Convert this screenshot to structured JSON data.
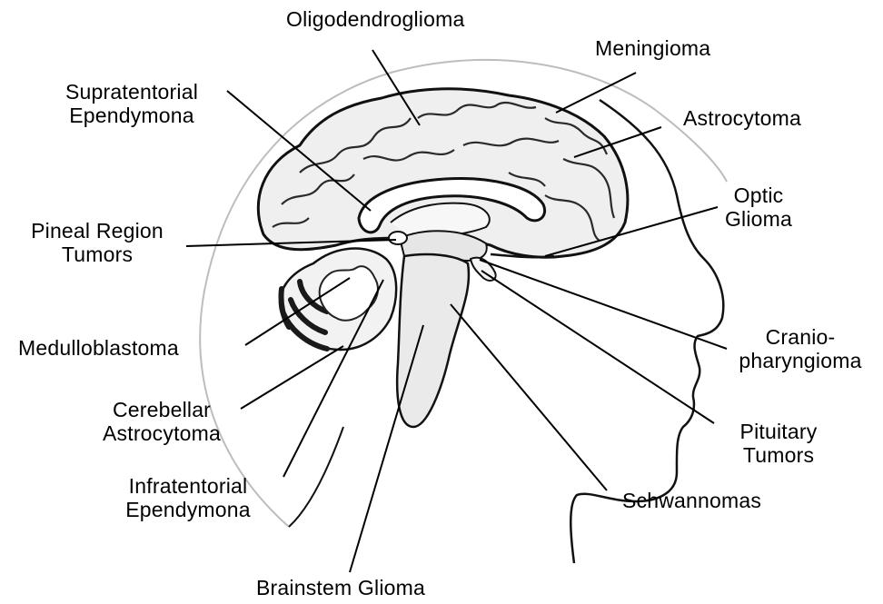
{
  "colors": {
    "ink": "#000000",
    "line": "#111111",
    "shade": "#2a2a2a",
    "light": "#d9d9d9",
    "background": "#ffffff"
  },
  "labels": {
    "oligodendroglioma": "Oligodendroglioma",
    "meningioma": "Meningioma",
    "supratentorial_1": "Supratentorial",
    "supratentorial_2": "Ependymona",
    "astrocytoma": "Astrocytoma",
    "optic_1": "Optic",
    "optic_2": "Glioma",
    "pineal_1": "Pineal Region",
    "pineal_2": "Tumors",
    "medulloblastoma": "Medulloblastoma",
    "cranio_1": "Cranio-",
    "cranio_2": "pharyngioma",
    "cerebellar_1": "Cerebellar",
    "cerebellar_2": "Astrocytoma",
    "pituitary_1": "Pituitary",
    "pituitary_2": "Tumors",
    "infratentorial_1": "Infratentorial",
    "infratentorial_2": "Ependymona",
    "schwannomas": "Schwannomas",
    "brainstem": "Brainstem Glioma"
  }
}
